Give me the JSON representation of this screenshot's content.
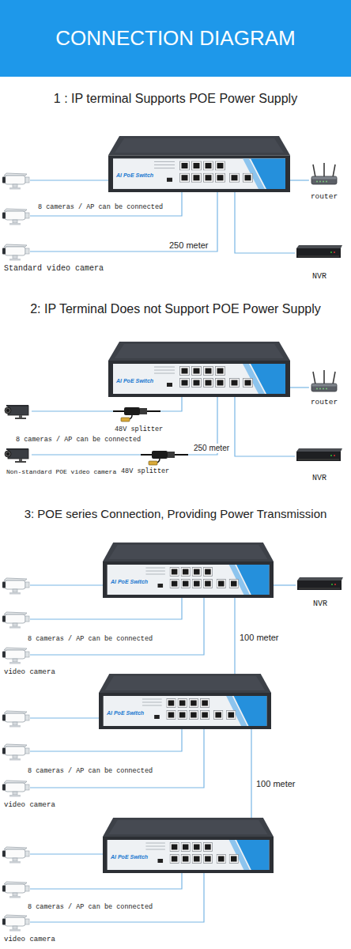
{
  "diagram": {
    "title": "CONNECTION DIAGRAM",
    "nodes": [
      {
        "text": [
          "AI PoE Switch"
        ]
      },
      {
        "text": [
          "router"
        ]
      },
      {
        "text": [
          "NVR"
        ]
      },
      {
        "text": [
          "AI PoE Switch"
        ]
      },
      {
        "text": [
          "router"
        ]
      },
      {
        "text": [
          "NVR"
        ]
      },
      {
        "text": [
          "AI PoE Switch"
        ]
      },
      {
        "text": [
          "NVR"
        ]
      },
      {
        "text": [
          "AI PoE Switch"
        ]
      },
      {
        "text": [
          "AI PoE Switch"
        ]
      }
    ],
    "edges": [
      {
        "from": 0,
        "to": 1,
        "arrow": "none"
      },
      {
        "from": 0,
        "to": 2,
        "arrow": "none"
      },
      {
        "from": 3,
        "to": 4,
        "arrow": "none"
      },
      {
        "from": 3,
        "to": 5,
        "arrow": "none"
      },
      {
        "from": 6,
        "to": 7,
        "arrow": "none"
      },
      {
        "from": 6,
        "to": 8,
        "label": "100 meter",
        "arrow": "none"
      },
      {
        "from": 8,
        "to": 9,
        "label": "100 meter",
        "arrow": "none"
      }
    ],
    "labels": [
      "1 : IP terminal Supports POE Power Supply",
      "8 cameras / AP can be connected",
      "250 meter",
      "Standard video camera",
      "2: IP Terminal Does not Support POE Power Supply",
      "48V splitter",
      "8 cameras / AP can be connected",
      "250 meter",
      "Non-standard POE video camera",
      "48V splitter",
      "3: POE series Connection, Providing Power Transmission",
      "8 cameras / AP can be connected",
      "video camera",
      "8 cameras / AP can be connected",
      "video camera",
      "8 cameras / AP can be connected",
      "video camera"
    ]
  }
}
